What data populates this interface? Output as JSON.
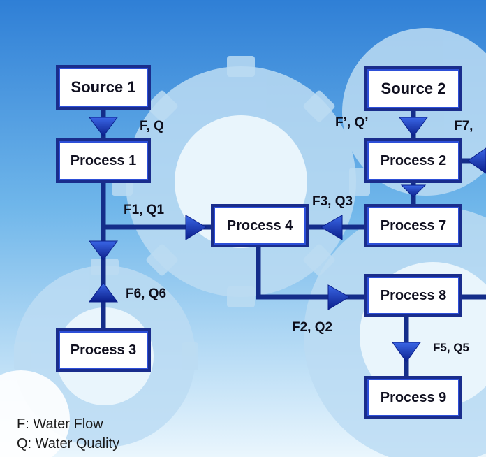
{
  "nodes": {
    "source1": "Source 1",
    "source2": "Source 2",
    "process1": "Process 1",
    "process2": "Process 2",
    "process3": "Process 3",
    "process4": "Process 4",
    "process7": "Process 7",
    "process8": "Process 8",
    "process9": "Process 9"
  },
  "flow_labels": {
    "fq": "F, Q",
    "fq_prime": "F’, Q’",
    "f7": "F7,",
    "f1q1": "F1, Q1",
    "f3q3": "F3, Q3",
    "f6q6": "F6, Q6",
    "f2q2": "F2, Q2",
    "f5q5": "F5, Q5"
  },
  "legend": {
    "flow": "F: Water Flow",
    "quality": "Q: Water Quality"
  },
  "colors": {
    "background_top": "#2f7fd6",
    "background_bottom": "#eaf6fd",
    "gear": "#b9dcf2",
    "line": "#142d8a",
    "arrow": "#1a3fc4"
  }
}
